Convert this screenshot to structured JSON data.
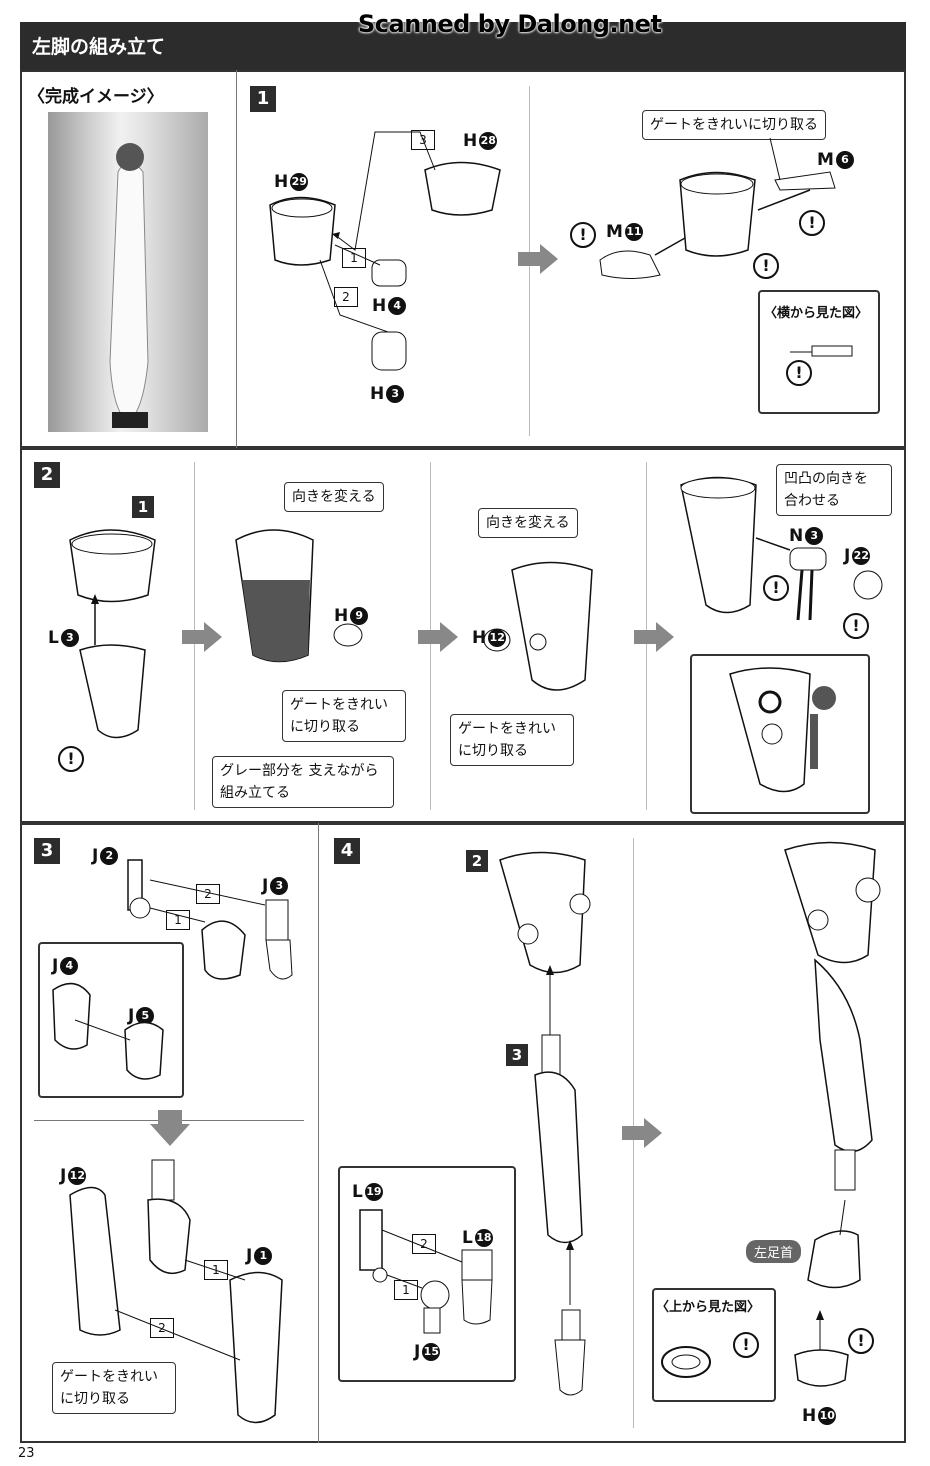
{
  "header": {
    "title": "左脚の組み立て",
    "watermark": "Scanned by Dalong.net"
  },
  "complete_image": {
    "title": "〈完成イメージ〉"
  },
  "steps": {
    "s1": {
      "num": "1"
    },
    "s2": {
      "num": "2"
    },
    "s3": {
      "num": "3"
    },
    "s4": {
      "num": "4"
    }
  },
  "callouts": {
    "gate": "ゲートをきれいに切り取る",
    "gate_2line": "ゲートをきれい に切り取る",
    "turn": "向きを変える",
    "gray": "グレー部分を 支えながら組み立てる",
    "align": "凹凸の向きを 合わせる",
    "side_view": "〈横から見た図〉",
    "top_view": "〈上から見た図〉",
    "left_ankle": "左足首"
  },
  "parts": {
    "H28": {
      "letter": "H",
      "num": "28"
    },
    "H29": {
      "letter": "H",
      "num": "29"
    },
    "H4": {
      "letter": "H",
      "num": "4"
    },
    "H3": {
      "letter": "H",
      "num": "3"
    },
    "M6": {
      "letter": "M",
      "num": "6"
    },
    "M11": {
      "letter": "M",
      "num": "11"
    },
    "L3": {
      "letter": "L",
      "num": "3"
    },
    "H9": {
      "letter": "H",
      "num": "9"
    },
    "H12": {
      "letter": "H",
      "num": "12"
    },
    "N3": {
      "letter": "N",
      "num": "3"
    },
    "J22": {
      "letter": "J",
      "num": "22"
    },
    "J2": {
      "letter": "J",
      "num": "2"
    },
    "J3": {
      "letter": "J",
      "num": "3"
    },
    "J4": {
      "letter": "J",
      "num": "4"
    },
    "J5": {
      "letter": "J",
      "num": "5"
    },
    "J12": {
      "letter": "J",
      "num": "12"
    },
    "J1": {
      "letter": "J",
      "num": "1"
    },
    "L19": {
      "letter": "L",
      "num": "19"
    },
    "L18": {
      "letter": "L",
      "num": "18"
    },
    "J15": {
      "letter": "J",
      "num": "15"
    },
    "H10": {
      "letter": "H",
      "num": "10"
    }
  },
  "order": {
    "o1": "1",
    "o2": "2",
    "o3": "3"
  },
  "sub_refs": {
    "r1": "1",
    "r2": "2",
    "r3": "3"
  },
  "caution_mark": "!",
  "page_number": "23"
}
